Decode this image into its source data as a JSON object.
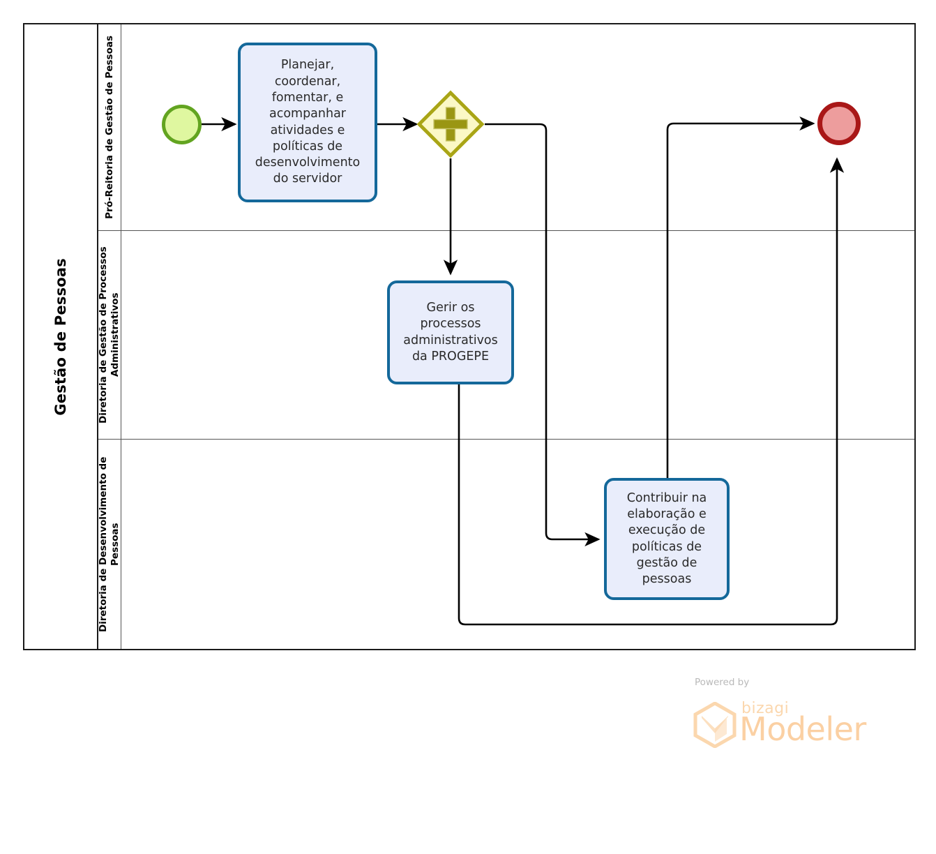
{
  "diagram": {
    "type": "bpmn-process-diagram",
    "pool": {
      "name": "Gestão de Pessoas"
    },
    "lanes": [
      {
        "id": "lane-progepe",
        "name": "Pró-Reitoria de Gestão de Pessoas"
      },
      {
        "id": "lane-dgpa",
        "name": "Diretoria de Gestão de Processos Administrativos"
      },
      {
        "id": "lane-ddp",
        "name": "Diretoria de Desenvolvimento de Pessoas"
      }
    ],
    "nodes": {
      "start_event": {
        "type": "start-event",
        "label": ""
      },
      "task1": {
        "type": "task",
        "label": "Planejar, coordenar, fomentar, e acompanhar atividades e políticas de desenvolvimento do servidor"
      },
      "gateway1": {
        "type": "parallel-gateway",
        "symbol": "+",
        "label": ""
      },
      "task2": {
        "type": "task",
        "label": "Gerir os processos administrativos da PROGEPE"
      },
      "task3": {
        "type": "task",
        "label": "Contribuir na elaboração e execução de políticas de gestão de pessoas"
      },
      "end_event": {
        "type": "end-event",
        "label": ""
      }
    },
    "flows": [
      {
        "from": "start_event",
        "to": "task1"
      },
      {
        "from": "task1",
        "to": "gateway1"
      },
      {
        "from": "gateway1",
        "to": "task2"
      },
      {
        "from": "gateway1",
        "to": "task3"
      },
      {
        "from": "task3",
        "to": "end_event"
      },
      {
        "from": "task2",
        "to": "end_event"
      }
    ],
    "colors": {
      "task_fill": "#e9edfb",
      "task_stroke": "#14689a",
      "start_fill": "#dff7a0",
      "start_stroke": "#62a420",
      "end_fill": "#ed9d9d",
      "end_stroke": "#a91717",
      "gateway_fill": "#fbf8c6",
      "gateway_stroke": "#a9a516",
      "gateway_symbol": "#9a9613",
      "pool_border": "#1a1a1a",
      "lane_border": "#555555",
      "flow_line": "#000000"
    }
  },
  "watermark": {
    "powered_by": "Powered by",
    "brand": "bizagi",
    "product": "Modeler"
  }
}
